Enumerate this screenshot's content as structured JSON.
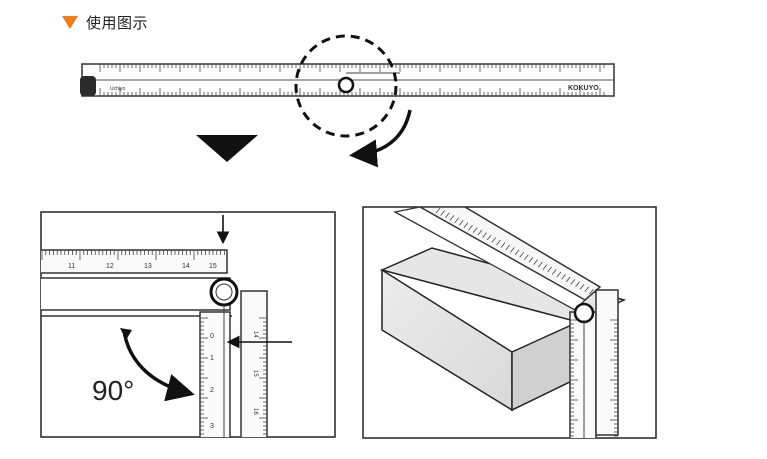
{
  "header": {
    "title": "使用图示",
    "accent_color": "#f07d1a",
    "marker_icon": "orange-down-triangle"
  },
  "ruler_top": {
    "brand_text": "KOKUYO",
    "model_text": "Uchiyo"
  },
  "panel_left": {
    "angle_label": "90°",
    "top_ruler_ticks": [
      "11",
      "12",
      "13",
      "14",
      "15"
    ],
    "vertical_ruler_ticks": [
      "0",
      "1",
      "2",
      "3"
    ],
    "vertical_ruler_ticks_side": [
      "14",
      "15",
      "16"
    ]
  },
  "icons": {
    "down_arrow": "black-down-triangle",
    "rotation": "curved-rotate-arrow",
    "pointer_down": "down-arrow",
    "pointer_left": "left-arrow",
    "angle_arc": "double-headed-arc-arrow",
    "pivot": "hinge-circle"
  }
}
